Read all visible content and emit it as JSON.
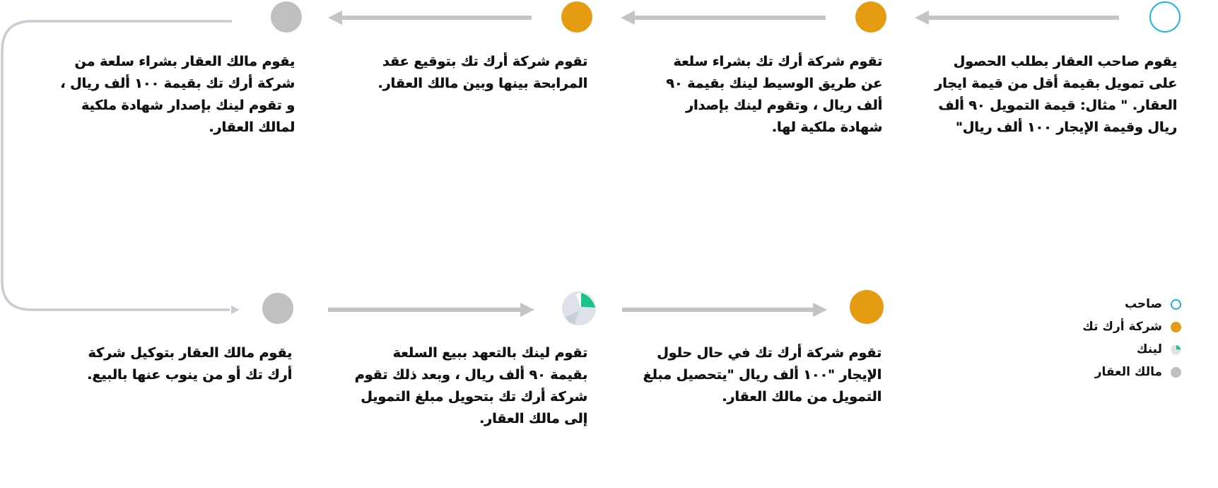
{
  "steps": [
    {
      "id": 1,
      "actor": "owner",
      "text": "يقوم صاحب العقار بطلب الحصول على تمويل بقيمة أقل من قيمة ايجار العقار. \" مثال: قيمة التمويل ٩٠ ألف ريال وقيمة الإيجار ١٠٠ ألف ريال\""
    },
    {
      "id": 2,
      "actor": "ark",
      "text": "تقوم شركة أرك تك بشراء سلعة عن طريق الوسيط لينك بقيمة ٩٠ ألف ريال ، وتقوم لينك بإصدار شهادة ملكية لها."
    },
    {
      "id": 3,
      "actor": "ark",
      "text": "تقوم شركة أرك تك بتوقيع عقد المرابحة بينها وبين مالك العقار."
    },
    {
      "id": 4,
      "actor": "landlord",
      "text": "يقوم مالك العقار بشراء سلعة من شركة أرك تك بقيمة ١٠٠ ألف ريال ، و تقوم لينك بإصدار شهادة ملكية لمالك العقار."
    },
    {
      "id": 5,
      "actor": "landlord",
      "text": "يقوم مالك العقار بتوكيل شركة أرك تك أو من ينوب عنها بالبيع."
    },
    {
      "id": 6,
      "actor": "bank",
      "text": "تقوم لينك بالتعهد ببيع السلعة بقيمة ٩٠ ألف ريال ، وبعد ذلك تقوم شركة أرك تك بتحويل مبلغ التمويل إلى مالك العقار."
    },
    {
      "id": 7,
      "actor": "ark",
      "text": "تقوم شركة أرك تك في حال حلول الإيجار \"١٠٠ ألف ريال \"يتحصيل مبلغ التمويل من مالك العقار."
    }
  ],
  "legend": [
    {
      "actor": "owner",
      "label": "صاحب"
    },
    {
      "actor": "ark",
      "label": "شركة أرك تك"
    },
    {
      "actor": "bank",
      "label": "لينك"
    },
    {
      "actor": "landlord",
      "label": "مالك العقار"
    }
  ],
  "colors": {
    "owner": "#1fb0e6",
    "ark": "#e59c13",
    "landlord": "#c0c0c0",
    "bank_accent": "#1cc28a",
    "bank_base": "#dde2ea",
    "arrow": "#c4c4c4",
    "connector": "#c9ccd4"
  },
  "icons": {
    "owner": "hollow-circle-icon",
    "ark": "filled-circle-icon",
    "landlord": "filled-circle-icon",
    "bank": "pie-segment-icon"
  }
}
